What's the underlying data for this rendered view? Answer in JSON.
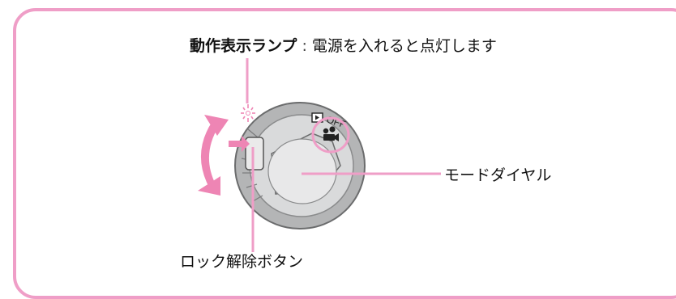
{
  "callouts": {
    "lamp": {
      "name": "動作表示ランプ",
      "separator": ":",
      "description": "電源を入れると点灯します"
    },
    "mode_dial": {
      "label": "モードダイヤル"
    },
    "lock_button": {
      "label": "ロック解除ボタン"
    }
  },
  "dial_markings": {
    "off": "OFF"
  },
  "colors": {
    "accent_pink": "#ef9ec7",
    "arrow_pink": "#ee85b4",
    "dial_gray": "#a9aaab",
    "dial_light": "#d6d7d8"
  },
  "icons": [
    "play-mode-icon",
    "movie-mode-icon",
    "lamp-light-icon",
    "rotate-arrow-icon"
  ]
}
